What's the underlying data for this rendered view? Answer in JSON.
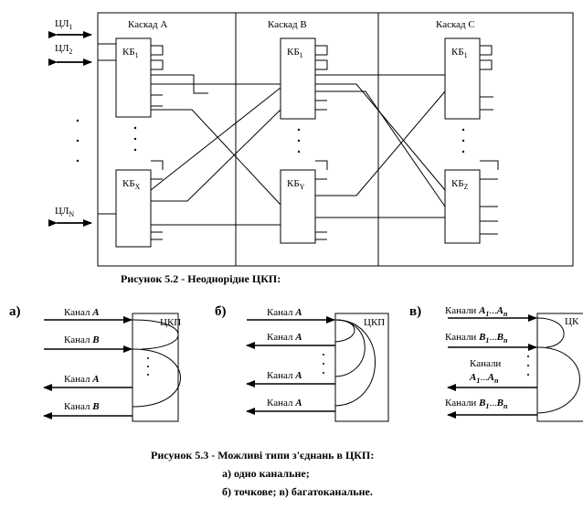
{
  "figure_5_2": {
    "lines": {
      "first": "ЦЛ",
      "first_sub": "1",
      "second": "ЦЛ",
      "second_sub": "2",
      "last": "ЦЛ",
      "last_sub": "N"
    },
    "cascades": [
      "Каскад А",
      "Каскад В",
      "Каскад С"
    ],
    "blocks": {
      "a_top": {
        "text": "КБ",
        "sub": "1"
      },
      "a_bottom": {
        "text": "КБ",
        "sub": "X"
      },
      "b_top": {
        "text": "КБ",
        "sub": "1"
      },
      "b_bottom": {
        "text": "КБ",
        "sub": "Y"
      },
      "c_top": {
        "text": "КБ",
        "sub": "1"
      },
      "c_bottom": {
        "text": "КБ",
        "sub": "Z"
      }
    },
    "caption": "Рисунок 5.2 - Неоднорідне ЦКП:"
  },
  "figure_5_3": {
    "panel_a": {
      "marker": "а)",
      "box_label": "ЦКП",
      "arrows": [
        {
          "text": "Канал ",
          "var": "А"
        },
        {
          "text": "Канал ",
          "var": "В"
        },
        {
          "text": "Канал ",
          "var": "А"
        },
        {
          "text": "Канал ",
          "var": "В"
        }
      ]
    },
    "panel_b": {
      "marker": "б)",
      "box_label": "ЦКП",
      "arrows": [
        {
          "text": "Канал ",
          "var": "А"
        },
        {
          "text": "Канал ",
          "var": "А"
        },
        {
          "text": "Канал ",
          "var": "А"
        },
        {
          "text": "Канал ",
          "var": "А"
        }
      ]
    },
    "panel_c": {
      "marker": "в)",
      "box_label": "ЦК",
      "arrows": [
        {
          "text": "Канали ",
          "var": "A",
          "s1": "1",
          "mid": "...",
          "var2": "A",
          "s2": "n"
        },
        {
          "text": "Канали ",
          "var": "B",
          "s1": "1",
          "mid": "...",
          "var2": "B",
          "s2": "n"
        },
        {
          "text": "Канали"
        },
        {
          "text": "",
          "var": "A",
          "s1": "1",
          "mid": "...",
          "var2": "A",
          "s2": "n"
        },
        {
          "text": "Канали ",
          "var": "B",
          "s1": "1",
          "mid": "...",
          "var2": "B",
          "s2": "n"
        }
      ]
    },
    "caption": {
      "line1": "Рисунок 5.3 - Можливі типи з'єднань в ЦКП:",
      "line2": "а) одно канальне;",
      "line3": "б) точкове; в) багатоканальне."
    }
  }
}
